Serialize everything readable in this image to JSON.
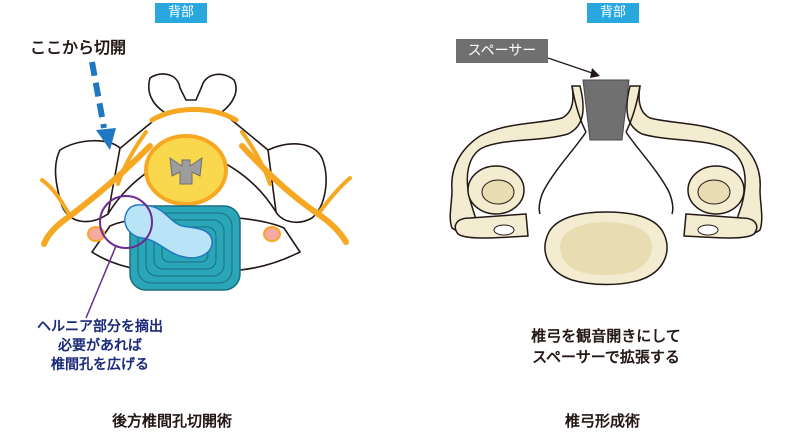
{
  "left": {
    "tag": "背部",
    "arrow_label": "ここから切開",
    "annotation": [
      "ヘルニア部分を摘出",
      "必要があれば",
      "椎間孔を広げる"
    ],
    "caption": "後方椎間孔切開術"
  },
  "right": {
    "tag": "背部",
    "spacer_label": "スペーサー",
    "annotation": [
      "椎弓を観音開きにして",
      "スペーサーで拡張する"
    ],
    "caption": "椎弓形成術"
  },
  "colors": {
    "tag_bg": "#29a8df",
    "bone_fill": "#f3ecd0",
    "bone_outline": "#231815",
    "nerve": "#f7a823",
    "spinal_cord": "#f9d84d",
    "disc": "#2aa6b8",
    "hernia": "#b9e3f6",
    "arrow": "#1f78c1",
    "highlight_circle": "#6a2c91",
    "spacer": "#707070",
    "spacer_label_bg": "#707070"
  }
}
